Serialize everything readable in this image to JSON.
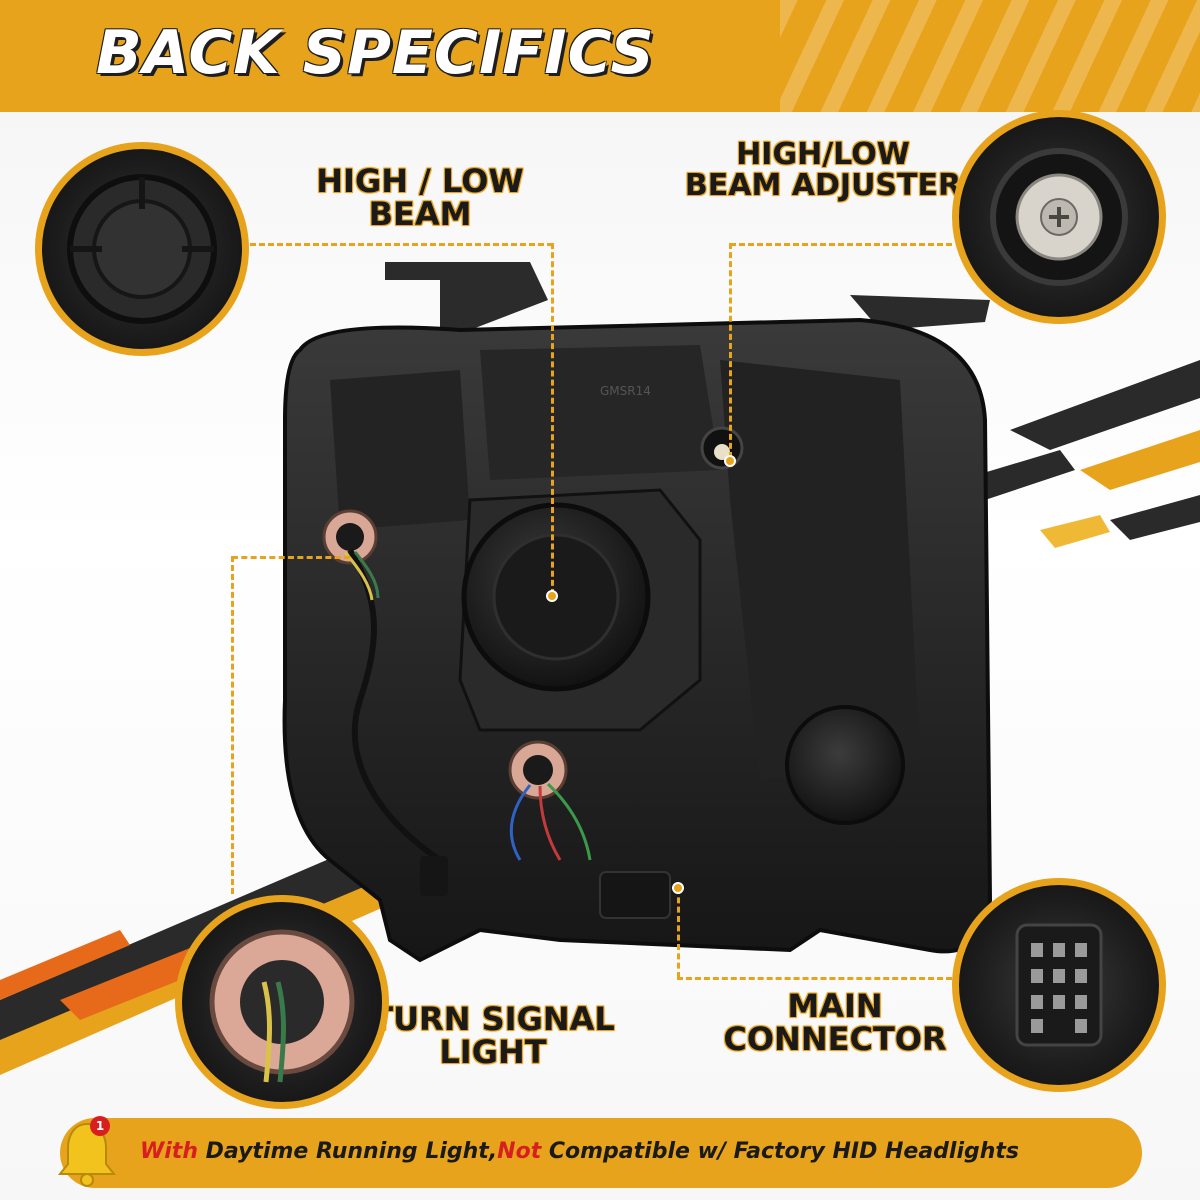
{
  "header": {
    "title": "BACK SPECIFICS"
  },
  "callouts": {
    "high_low_beam": {
      "line1": "HIGH / LOW",
      "line2": "BEAM"
    },
    "beam_adjuster": {
      "line1": "HIGH/LOW",
      "line2": "BEAM ADJUSTER"
    },
    "turn_signal": {
      "line1": "TURN SIGNAL",
      "line2": "LIGHT"
    },
    "main_connector": {
      "line1": "MAIN",
      "line2": "CONNECTOR"
    }
  },
  "housing_mark": "GMSR14",
  "banner": {
    "badge_count": "1",
    "part1": "With",
    "part2": " Daytime Running Light,",
    "part3": "Not",
    "part4": " Compatible w/ Factory HID Headlights"
  },
  "colors": {
    "accent": "#e8a31c",
    "warning_red": "#d81f1f",
    "text_dark": "#1a1a1a"
  },
  "icons": [
    "bell-icon"
  ]
}
